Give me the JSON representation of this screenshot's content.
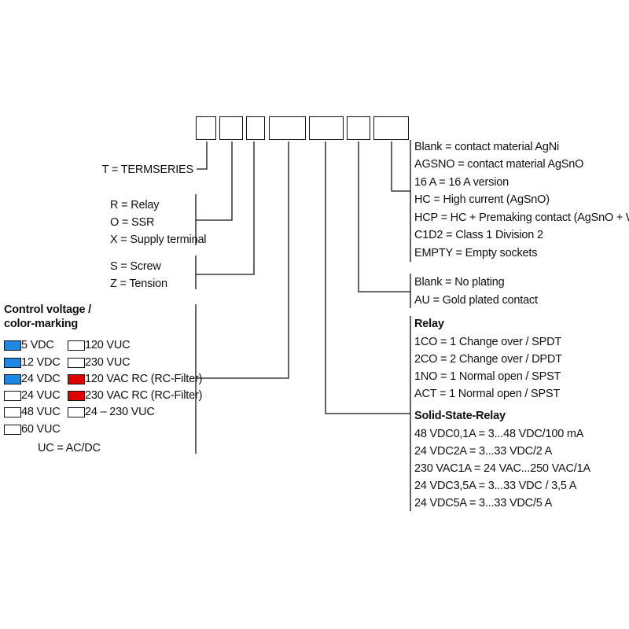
{
  "colors": {
    "line": "#111111",
    "blue_marking": "#1e88e5",
    "red_marking": "#e00000",
    "white_marking": "#ffffff"
  },
  "code_boxes": [
    "",
    "",
    "",
    "",
    "",
    "",
    ""
  ],
  "termseries": {
    "items": [
      "T = TERMSERIES"
    ]
  },
  "type": {
    "items": [
      "R = Relay",
      "O = SSR",
      "X = Supply terminal"
    ]
  },
  "connection": {
    "items": [
      "S = Screw",
      "Z = Tension"
    ]
  },
  "control_voltage": {
    "title_line1": "Control voltage /",
    "title_line2": "color-marking",
    "left": [
      {
        "label": "5 VDC",
        "color": "#1e88e5"
      },
      {
        "label": "12 VDC",
        "color": "#1e88e5"
      },
      {
        "label": "24 VDC",
        "color": "#1e88e5"
      },
      {
        "label": "24 VUC",
        "color": "#ffffff"
      },
      {
        "label": "48 VUC",
        "color": "#ffffff"
      },
      {
        "label": "60 VUC",
        "color": "#ffffff"
      }
    ],
    "right": [
      {
        "label": "120 VUC",
        "color": "#ffffff"
      },
      {
        "label": "230 VUC",
        "color": "#ffffff"
      },
      {
        "label": "120 VAC RC (RC-Filter)",
        "color": "#e00000"
      },
      {
        "label": "230 VAC RC (RC-Filter)",
        "color": "#e00000"
      },
      {
        "label": "24 – 230 VUC",
        "color": "#ffffff"
      }
    ],
    "note": "UC = AC/DC"
  },
  "contact_material": {
    "items": [
      "Blank = contact material AgNi",
      "AGSNO = contact material AgSnO",
      "16 A = 16 A version",
      "HC = High current (AgSnO)",
      "HCP = HC + Premaking contact (AgSnO + W)",
      "C1D2 = Class 1 Division 2",
      "EMPTY = Empty sockets"
    ]
  },
  "plating": {
    "items": [
      "Blank = No plating",
      "AU = Gold plated contact"
    ]
  },
  "relay": {
    "heading": "Relay",
    "items": [
      "1CO = 1 Change over / SPDT",
      "2CO = 2 Change over / DPDT",
      "1NO = 1 Normal open / SPST",
      "ACT = 1 Normal open / SPST"
    ]
  },
  "ssr": {
    "heading": "Solid-State-Relay",
    "items": [
      "48 VDC0,1A = 3...48 VDC/100 mA",
      "24 VDC2A = 3...33 VDC/2 A",
      "230 VAC1A = 24 VAC...250 VAC/1A",
      "24 VDC3,5A = 3...33 VDC / 3,5 A",
      "24 VDC5A = 3...33 VDC/5 A"
    ]
  }
}
